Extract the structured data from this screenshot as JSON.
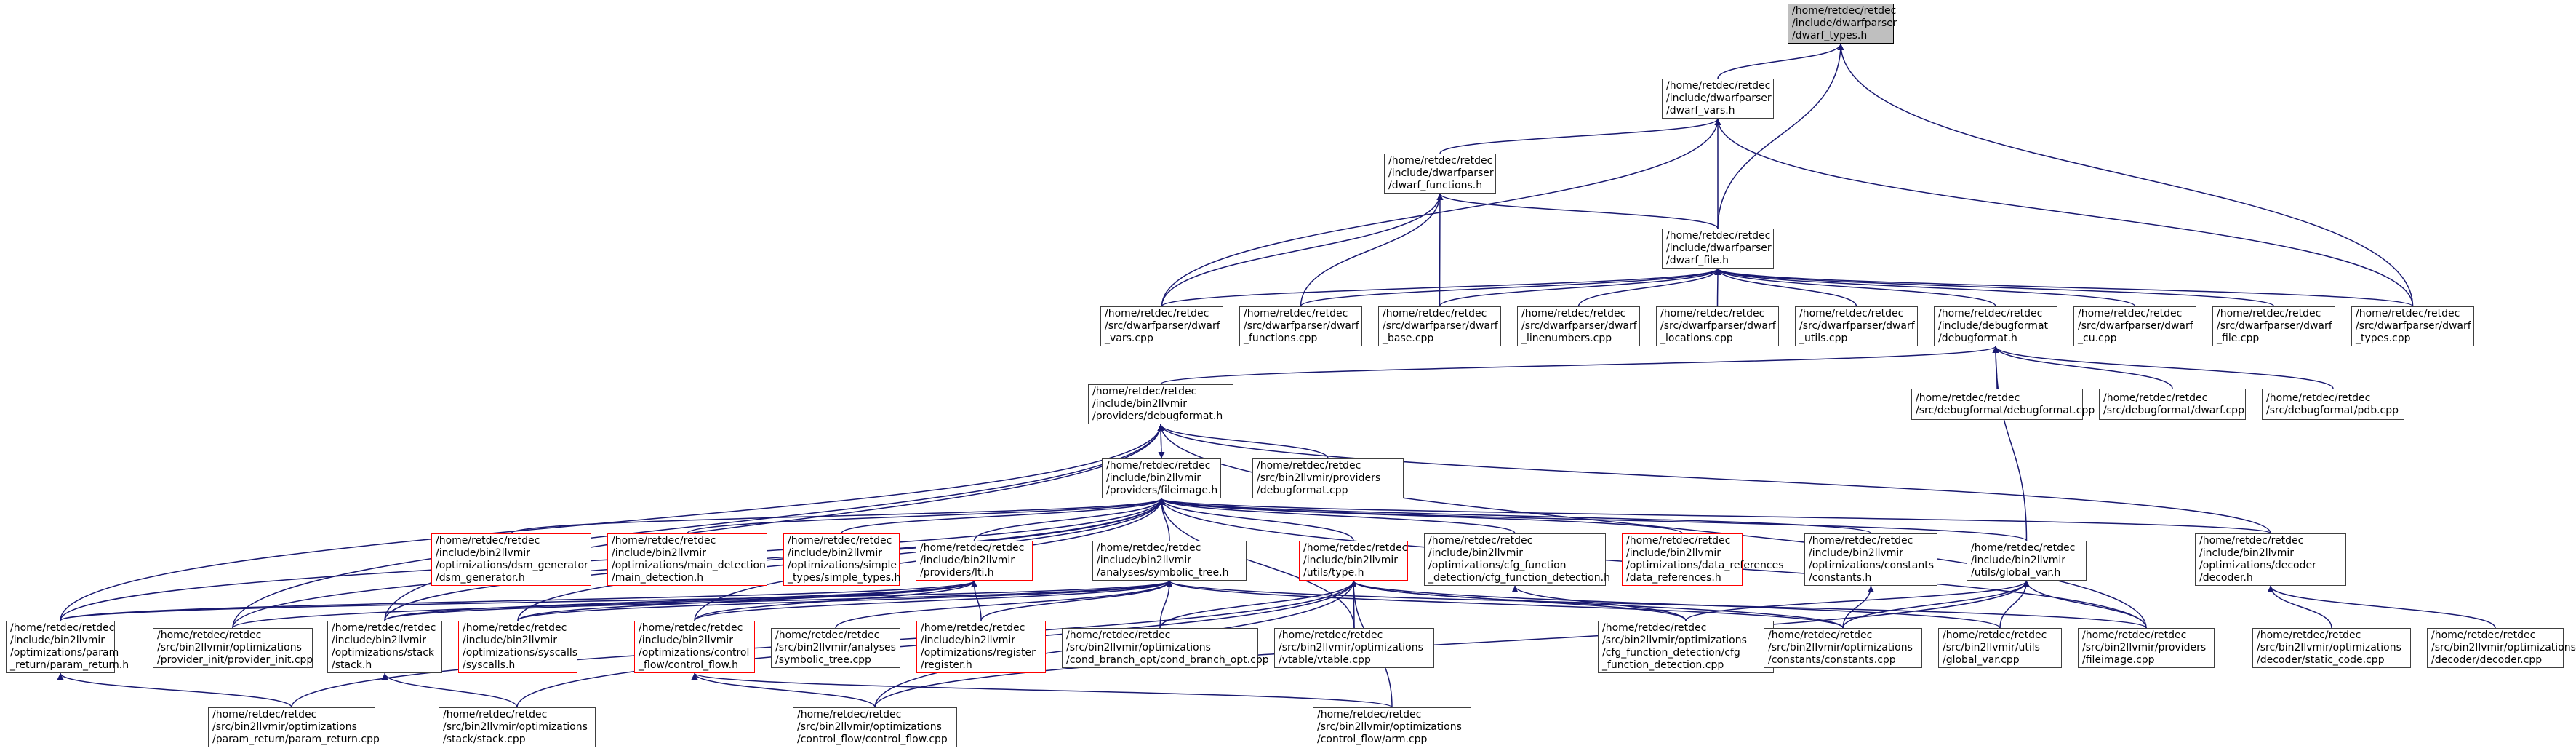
{
  "colors": {
    "edge": "#191970",
    "border": "#404040",
    "broken_border": "#ff0000",
    "current_fill": "#bfbfbf"
  },
  "nodes": [
    {
      "id": "dwarf_types_h",
      "kind": "current",
      "lines": [
        "/home/retdec/retdec",
        "/include/dwarfparser",
        "/dwarf_types.h"
      ]
    },
    {
      "id": "dwarf_vars_h",
      "kind": "normal",
      "lines": [
        "/home/retdec/retdec",
        "/include/dwarfparser",
        "/dwarf_vars.h"
      ]
    },
    {
      "id": "dwarf_functions_h",
      "kind": "normal",
      "lines": [
        "/home/retdec/retdec",
        "/include/dwarfparser",
        "/dwarf_functions.h"
      ]
    },
    {
      "id": "dwarf_file_h",
      "kind": "normal",
      "lines": [
        "/home/retdec/retdec",
        "/include/dwarfparser",
        "/dwarf_file.h"
      ]
    },
    {
      "id": "dwarf_vars_cpp",
      "kind": "normal",
      "lines": [
        "/home/retdec/retdec",
        "/src/dwarfparser/dwarf",
        "_vars.cpp"
      ]
    },
    {
      "id": "dwarf_functions_cpp",
      "kind": "normal",
      "lines": [
        "/home/retdec/retdec",
        "/src/dwarfparser/dwarf",
        "_functions.cpp"
      ]
    },
    {
      "id": "dwarf_base_cpp",
      "kind": "normal",
      "lines": [
        "/home/retdec/retdec",
        "/src/dwarfparser/dwarf",
        "_base.cpp"
      ]
    },
    {
      "id": "dwarf_linenumbers_cpp",
      "kind": "normal",
      "lines": [
        "/home/retdec/retdec",
        "/src/dwarfparser/dwarf",
        "_linenumbers.cpp"
      ]
    },
    {
      "id": "dwarf_locations_cpp",
      "kind": "normal",
      "lines": [
        "/home/retdec/retdec",
        "/src/dwarfparser/dwarf",
        "_locations.cpp"
      ]
    },
    {
      "id": "dwarf_utils_cpp",
      "kind": "normal",
      "lines": [
        "/home/retdec/retdec",
        "/src/dwarfparser/dwarf",
        "_utils.cpp"
      ]
    },
    {
      "id": "debugformat_h",
      "kind": "normal",
      "lines": [
        "/home/retdec/retdec",
        "/include/debugformat",
        "/debugformat.h"
      ]
    },
    {
      "id": "dwarf_cu_cpp",
      "kind": "normal",
      "lines": [
        "/home/retdec/retdec",
        "/src/dwarfparser/dwarf",
        "_cu.cpp"
      ]
    },
    {
      "id": "dwarf_file_cpp",
      "kind": "normal",
      "lines": [
        "/home/retdec/retdec",
        "/src/dwarfparser/dwarf",
        "_file.cpp"
      ]
    },
    {
      "id": "dwarf_types_cpp",
      "kind": "normal",
      "lines": [
        "/home/retdec/retdec",
        "/src/dwarfparser/dwarf",
        "_types.cpp"
      ]
    },
    {
      "id": "providers_debugformat_h",
      "kind": "normal",
      "lines": [
        "/home/retdec/retdec",
        "/include/bin2llvmir",
        "/providers/debugformat.h"
      ]
    },
    {
      "id": "debugformat_cpp",
      "kind": "normal",
      "lines": [
        "/home/retdec/retdec",
        "/src/debugformat/debugformat.cpp"
      ]
    },
    {
      "id": "dwarf_cpp",
      "kind": "normal",
      "lines": [
        "/home/retdec/retdec",
        "/src/debugformat/dwarf.cpp"
      ]
    },
    {
      "id": "pdb_cpp",
      "kind": "normal",
      "lines": [
        "/home/retdec/retdec",
        "/src/debugformat/pdb.cpp"
      ]
    },
    {
      "id": "fileimage_h",
      "kind": "normal",
      "lines": [
        "/home/retdec/retdec",
        "/include/bin2llvmir",
        "/providers/fileimage.h"
      ]
    },
    {
      "id": "providers_debugformat_cpp",
      "kind": "normal",
      "lines": [
        "/home/retdec/retdec",
        "/src/bin2llvmir/providers",
        "/debugformat.cpp"
      ]
    },
    {
      "id": "dsm_generator_h",
      "kind": "broken",
      "lines": [
        "/home/retdec/retdec",
        "/include/bin2llvmir",
        "/optimizations/dsm_generator",
        "/dsm_generator.h"
      ]
    },
    {
      "id": "main_detection_h",
      "kind": "broken",
      "lines": [
        "/home/retdec/retdec",
        "/include/bin2llvmir",
        "/optimizations/main_detection",
        "/main_detection.h"
      ]
    },
    {
      "id": "simple_types_h",
      "kind": "broken",
      "lines": [
        "/home/retdec/retdec",
        "/include/bin2llvmir",
        "/optimizations/simple",
        "_types/simple_types.h"
      ]
    },
    {
      "id": "lti_h",
      "kind": "broken",
      "lines": [
        "/home/retdec/retdec",
        "/include/bin2llvmir",
        "/providers/lti.h"
      ]
    },
    {
      "id": "symbolic_tree_h",
      "kind": "normal",
      "lines": [
        "/home/retdec/retdec",
        "/include/bin2llvmir",
        "/analyses/symbolic_tree.h"
      ]
    },
    {
      "id": "type_h",
      "kind": "broken",
      "lines": [
        "/home/retdec/retdec",
        "/include/bin2llvmir",
        "/utils/type.h"
      ]
    },
    {
      "id": "cfg_function_detection_h",
      "kind": "normal",
      "lines": [
        "/home/retdec/retdec",
        "/include/bin2llvmir",
        "/optimizations/cfg_function",
        "_detection/cfg_function_detection.h"
      ]
    },
    {
      "id": "data_references_h",
      "kind": "broken",
      "lines": [
        "/home/retdec/retdec",
        "/include/bin2llvmir",
        "/optimizations/data_references",
        "/data_references.h"
      ]
    },
    {
      "id": "constants_h",
      "kind": "normal",
      "lines": [
        "/home/retdec/retdec",
        "/include/bin2llvmir",
        "/optimizations/constants",
        "/constants.h"
      ]
    },
    {
      "id": "global_var_h",
      "kind": "normal",
      "lines": [
        "/home/retdec/retdec",
        "/include/bin2llvmir",
        "/utils/global_var.h"
      ]
    },
    {
      "id": "decoder_h",
      "kind": "normal",
      "lines": [
        "/home/retdec/retdec",
        "/include/bin2llvmir",
        "/optimizations/decoder",
        "/decoder.h"
      ]
    },
    {
      "id": "param_return_h",
      "kind": "normal",
      "lines": [
        "/home/retdec/retdec",
        "/include/bin2llvmir",
        "/optimizations/param",
        "_return/param_return.h"
      ]
    },
    {
      "id": "provider_init_cpp",
      "kind": "normal",
      "lines": [
        "/home/retdec/retdec",
        "/src/bin2llvmir/optimizations",
        "/provider_init/provider_init.cpp"
      ]
    },
    {
      "id": "stack_h",
      "kind": "normal",
      "lines": [
        "/home/retdec/retdec",
        "/include/bin2llvmir",
        "/optimizations/stack",
        "/stack.h"
      ]
    },
    {
      "id": "syscalls_h",
      "kind": "broken",
      "lines": [
        "/home/retdec/retdec",
        "/include/bin2llvmir",
        "/optimizations/syscalls",
        "/syscalls.h"
      ]
    },
    {
      "id": "control_flow_h",
      "kind": "broken",
      "lines": [
        "/home/retdec/retdec",
        "/include/bin2llvmir",
        "/optimizations/control",
        "_flow/control_flow.h"
      ]
    },
    {
      "id": "symbolic_tree_cpp",
      "kind": "normal",
      "lines": [
        "/home/retdec/retdec",
        "/src/bin2llvmir/analyses",
        "/symbolic_tree.cpp"
      ]
    },
    {
      "id": "register_h",
      "kind": "broken",
      "lines": [
        "/home/retdec/retdec",
        "/include/bin2llvmir",
        "/optimizations/register",
        "/register.h"
      ]
    },
    {
      "id": "cond_branch_opt_cpp",
      "kind": "normal",
      "lines": [
        "/home/retdec/retdec",
        "/src/bin2llvmir/optimizations",
        "/cond_branch_opt/cond_branch_opt.cpp"
      ]
    },
    {
      "id": "vtable_cpp",
      "kind": "normal",
      "lines": [
        "/home/retdec/retdec",
        "/src/bin2llvmir/optimizations",
        "/vtable/vtable.cpp"
      ]
    },
    {
      "id": "cfg_function_detection_cpp",
      "kind": "normal",
      "lines": [
        "/home/retdec/retdec",
        "/src/bin2llvmir/optimizations",
        "/cfg_function_detection/cfg",
        "_function_detection.cpp"
      ]
    },
    {
      "id": "constants_cpp",
      "kind": "normal",
      "lines": [
        "/home/retdec/retdec",
        "/src/bin2llvmir/optimizations",
        "/constants/constants.cpp"
      ]
    },
    {
      "id": "global_var_cpp",
      "kind": "normal",
      "lines": [
        "/home/retdec/retdec",
        "/src/bin2llvmir/utils",
        "/global_var.cpp"
      ]
    },
    {
      "id": "fileimage_cpp",
      "kind": "normal",
      "lines": [
        "/home/retdec/retdec",
        "/src/bin2llvmir/providers",
        "/fileimage.cpp"
      ]
    },
    {
      "id": "static_code_cpp",
      "kind": "normal",
      "lines": [
        "/home/retdec/retdec",
        "/src/bin2llvmir/optimizations",
        "/decoder/static_code.cpp"
      ]
    },
    {
      "id": "decoder_cpp",
      "kind": "normal",
      "lines": [
        "/home/retdec/retdec",
        "/src/bin2llvmir/optimizations",
        "/decoder/decoder.cpp"
      ]
    },
    {
      "id": "param_return_cpp",
      "kind": "normal",
      "lines": [
        "/home/retdec/retdec",
        "/src/bin2llvmir/optimizations",
        "/param_return/param_return.cpp"
      ]
    },
    {
      "id": "stack_cpp",
      "kind": "normal",
      "lines": [
        "/home/retdec/retdec",
        "/src/bin2llvmir/optimizations",
        "/stack/stack.cpp"
      ]
    },
    {
      "id": "control_flow_cpp",
      "kind": "normal",
      "lines": [
        "/home/retdec/retdec",
        "/src/bin2llvmir/optimizations",
        "/control_flow/control_flow.cpp"
      ]
    },
    {
      "id": "arm_cpp",
      "kind": "normal",
      "lines": [
        "/home/retdec/retdec",
        "/src/bin2llvmir/optimizations",
        "/control_flow/arm.cpp"
      ]
    }
  ],
  "edges": [
    [
      "dwarf_vars_h",
      "dwarf_types_h"
    ],
    [
      "dwarf_file_h",
      "dwarf_types_h"
    ],
    [
      "dwarf_types_cpp",
      "dwarf_types_h"
    ],
    [
      "dwarf_functions_h",
      "dwarf_vars_h"
    ],
    [
      "dwarf_file_h",
      "dwarf_vars_h"
    ],
    [
      "dwarf_vars_cpp",
      "dwarf_vars_h"
    ],
    [
      "dwarf_types_cpp",
      "dwarf_vars_h"
    ],
    [
      "dwarf_file_h",
      "dwarf_functions_h"
    ],
    [
      "dwarf_vars_cpp",
      "dwarf_functions_h"
    ],
    [
      "dwarf_functions_cpp",
      "dwarf_functions_h"
    ],
    [
      "dwarf_base_cpp",
      "dwarf_functions_h"
    ],
    [
      "dwarf_vars_cpp",
      "dwarf_file_h"
    ],
    [
      "dwarf_functions_cpp",
      "dwarf_file_h"
    ],
    [
      "dwarf_base_cpp",
      "dwarf_file_h"
    ],
    [
      "dwarf_linenumbers_cpp",
      "dwarf_file_h"
    ],
    [
      "dwarf_locations_cpp",
      "dwarf_file_h"
    ],
    [
      "dwarf_utils_cpp",
      "dwarf_file_h"
    ],
    [
      "debugformat_h",
      "dwarf_file_h"
    ],
    [
      "dwarf_cu_cpp",
      "dwarf_file_h"
    ],
    [
      "dwarf_file_cpp",
      "dwarf_file_h"
    ],
    [
      "dwarf_types_cpp",
      "dwarf_file_h"
    ],
    [
      "providers_debugformat_h",
      "debugformat_h"
    ],
    [
      "debugformat_cpp",
      "debugformat_h"
    ],
    [
      "dwarf_cpp",
      "debugformat_h"
    ],
    [
      "pdb_cpp",
      "debugformat_h"
    ],
    [
      "global_var_h",
      "debugformat_h"
    ],
    [
      "fileimage_h",
      "providers_debugformat_h"
    ],
    [
      "providers_debugformat_cpp",
      "providers_debugformat_h"
    ],
    [
      "param_return_h",
      "providers_debugformat_h"
    ],
    [
      "provider_init_cpp",
      "providers_debugformat_h"
    ],
    [
      "stack_h",
      "providers_debugformat_h"
    ],
    [
      "decoder_h",
      "providers_debugformat_h"
    ],
    [
      "fileimage_cpp",
      "providers_debugformat_h"
    ],
    [
      "providers_debugformat_h",
      "fileimage_h"
    ],
    [
      "dsm_generator_h",
      "fileimage_h"
    ],
    [
      "main_detection_h",
      "fileimage_h"
    ],
    [
      "simple_types_h",
      "fileimage_h"
    ],
    [
      "lti_h",
      "fileimage_h"
    ],
    [
      "symbolic_tree_h",
      "fileimage_h"
    ],
    [
      "type_h",
      "fileimage_h"
    ],
    [
      "cfg_function_detection_h",
      "fileimage_h"
    ],
    [
      "data_references_h",
      "fileimage_h"
    ],
    [
      "constants_h",
      "fileimage_h"
    ],
    [
      "global_var_h",
      "fileimage_h"
    ],
    [
      "decoder_h",
      "fileimage_h"
    ],
    [
      "param_return_h",
      "fileimage_h"
    ],
    [
      "provider_init_cpp",
      "fileimage_h"
    ],
    [
      "stack_h",
      "fileimage_h"
    ],
    [
      "syscalls_h",
      "fileimage_h"
    ],
    [
      "control_flow_h",
      "fileimage_h"
    ],
    [
      "vtable_cpp",
      "fileimage_h"
    ],
    [
      "fileimage_cpp",
      "fileimage_h"
    ],
    [
      "param_return_h",
      "lti_h"
    ],
    [
      "syscalls_h",
      "lti_h"
    ],
    [
      "control_flow_h",
      "lti_h"
    ],
    [
      "provider_init_cpp",
      "lti_h"
    ],
    [
      "stack_h",
      "lti_h"
    ],
    [
      "register_h",
      "lti_h"
    ],
    [
      "control_flow_h",
      "symbolic_tree_h"
    ],
    [
      "symbolic_tree_cpp",
      "symbolic_tree_h"
    ],
    [
      "register_h",
      "symbolic_tree_h"
    ],
    [
      "cond_branch_opt_cpp",
      "symbolic_tree_h"
    ],
    [
      "constants_cpp",
      "symbolic_tree_h"
    ],
    [
      "param_return_h",
      "symbolic_tree_h"
    ],
    [
      "stack_h",
      "symbolic_tree_h"
    ],
    [
      "syscalls_h",
      "symbolic_tree_h"
    ],
    [
      "fileimage_cpp",
      "symbolic_tree_h"
    ],
    [
      "cond_branch_opt_cpp",
      "type_h"
    ],
    [
      "vtable_cpp",
      "type_h"
    ],
    [
      "cfg_function_detection_cpp",
      "type_h"
    ],
    [
      "constants_cpp",
      "type_h"
    ],
    [
      "global_var_cpp",
      "type_h"
    ],
    [
      "stack_cpp",
      "type_h"
    ],
    [
      "control_flow_cpp",
      "type_h"
    ],
    [
      "arm_cpp",
      "type_h"
    ],
    [
      "param_return_cpp",
      "type_h"
    ],
    [
      "cfg_function_detection_cpp",
      "cfg_function_detection_h"
    ],
    [
      "constants_cpp",
      "constants_h"
    ],
    [
      "constants_cpp",
      "global_var_h"
    ],
    [
      "global_var_cpp",
      "global_var_h"
    ],
    [
      "fileimage_cpp",
      "global_var_h"
    ],
    [
      "control_flow_cpp",
      "global_var_h"
    ],
    [
      "cfg_function_detection_cpp",
      "global_var_h"
    ],
    [
      "static_code_cpp",
      "decoder_h"
    ],
    [
      "decoder_cpp",
      "decoder_h"
    ],
    [
      "param_return_cpp",
      "param_return_h"
    ],
    [
      "stack_cpp",
      "stack_h"
    ],
    [
      "control_flow_cpp",
      "control_flow_h"
    ],
    [
      "arm_cpp",
      "control_flow_h"
    ]
  ]
}
